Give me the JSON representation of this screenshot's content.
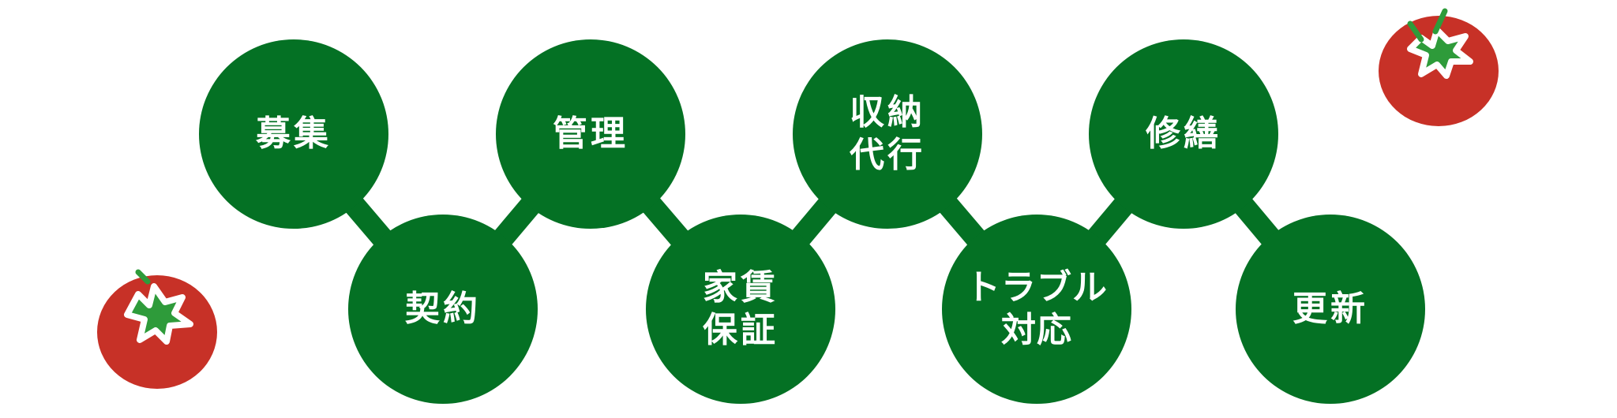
{
  "colors": {
    "node_fill": "#047124",
    "connector": "#047124",
    "label_text": "#ffffff",
    "tomato_red": "#c73127",
    "tomato_leaf": "#2e9b3a",
    "tomato_outline": "#ffffff",
    "background": "#ffffff"
  },
  "flow": {
    "steps": [
      {
        "label": "募集"
      },
      {
        "label": "契約"
      },
      {
        "label": "管理"
      },
      {
        "label": "家賃\n保証"
      },
      {
        "label": "収納\n代行"
      },
      {
        "label": "トラブル\n対応"
      },
      {
        "label": "修繕"
      },
      {
        "label": "更新"
      }
    ]
  },
  "decorations": {
    "icons": [
      "tomato-icon",
      "tomato-icon"
    ]
  }
}
